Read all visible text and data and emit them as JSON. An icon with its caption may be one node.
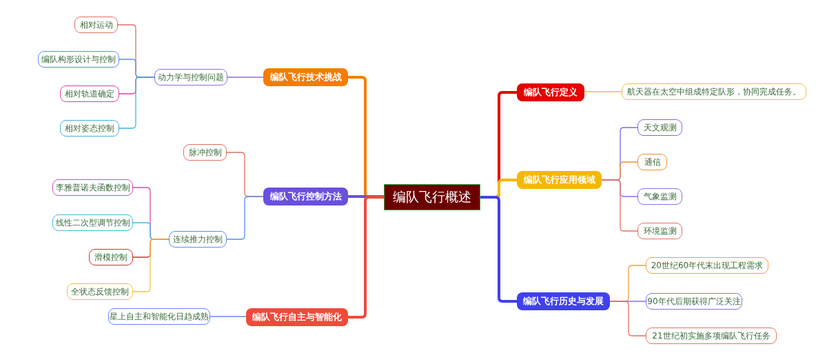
{
  "diagram": {
    "nodes": [
      {
        "text": [
          "编队飞行概述"
        ]
      },
      {
        "text": [
          "编队飞行定义"
        ]
      },
      {
        "text": [
          "航天器在太空中组成特定队形，协同完成任务。"
        ]
      },
      {
        "text": [
          "编队飞行应用领域"
        ]
      },
      {
        "text": [
          "天文观测"
        ]
      },
      {
        "text": [
          "通信"
        ]
      },
      {
        "text": [
          "气象监测"
        ]
      },
      {
        "text": [
          "环境监测"
        ]
      },
      {
        "text": [
          "编队飞行历史与发展"
        ]
      },
      {
        "text": [
          "20世纪60年代末出现工程需求"
        ]
      },
      {
        "text": [
          "90年代后期获得广泛关注"
        ]
      },
      {
        "text": [
          "21世纪初实施多项编队飞行任务"
        ]
      },
      {
        "text": [
          "编队飞行技术挑战"
        ]
      },
      {
        "text": [
          "动力学与控制问题"
        ]
      },
      {
        "text": [
          "相对运动"
        ]
      },
      {
        "text": [
          "编队构形设计与控制"
        ]
      },
      {
        "text": [
          "相对轨道确定"
        ]
      },
      {
        "text": [
          "相对姿态控制"
        ]
      },
      {
        "text": [
          "编队飞行控制方法"
        ]
      },
      {
        "text": [
          "脉冲控制"
        ]
      },
      {
        "text": [
          "连续推力控制"
        ]
      },
      {
        "text": [
          "李雅普诺夫函数控制"
        ]
      },
      {
        "text": [
          "线性二次型调节控制"
        ]
      },
      {
        "text": [
          "滑模控制"
        ]
      },
      {
        "text": [
          "全状态反馈控制"
        ]
      },
      {
        "text": [
          "编队飞行自主与智能化"
        ]
      },
      {
        "text": [
          "星上自主和智能化日趋成熟"
        ]
      }
    ],
    "edges": [
      {
        "from": 0,
        "to": 1,
        "arrow": "none",
        "style": "thick",
        "color": "#e60000"
      },
      {
        "from": 1,
        "to": 2,
        "arrow": "none",
        "color": "#f0c040"
      },
      {
        "from": 0,
        "to": 3,
        "arrow": "none",
        "style": "thick",
        "color": "#f5b800"
      },
      {
        "from": 3,
        "to": 4,
        "arrow": "none",
        "color": "#7b68ee"
      },
      {
        "from": 3,
        "to": 5,
        "arrow": "none",
        "color": "#f09030"
      },
      {
        "from": 3,
        "to": 6,
        "arrow": "none",
        "color": "#8a70e0"
      },
      {
        "from": 3,
        "to": 7,
        "arrow": "none",
        "color": "#e87060"
      },
      {
        "from": 0,
        "to": 8,
        "arrow": "none",
        "style": "thick",
        "color": "#4040f0"
      },
      {
        "from": 8,
        "to": 9,
        "arrow": "none",
        "color": "#f0a050"
      },
      {
        "from": 8,
        "to": 10,
        "arrow": "none",
        "color": "#8a70e0"
      },
      {
        "from": 8,
        "to": 11,
        "arrow": "none",
        "color": "#e87060"
      },
      {
        "from": 0,
        "to": 12,
        "arrow": "none",
        "style": "thick",
        "color": "#f57c00"
      },
      {
        "from": 12,
        "to": 13,
        "arrow": "none",
        "color": "#8a70e0"
      },
      {
        "from": 13,
        "to": 14,
        "arrow": "none",
        "color": "#e07060"
      },
      {
        "from": 13,
        "to": 15,
        "arrow": "none",
        "color": "#5b8def"
      },
      {
        "from": 13,
        "to": 16,
        "arrow": "none",
        "color": "#e040a0"
      },
      {
        "from": 13,
        "to": 17,
        "arrow": "none",
        "color": "#40b0e0"
      },
      {
        "from": 0,
        "to": 18,
        "arrow": "none",
        "style": "thick",
        "color": "#6a4fe0"
      },
      {
        "from": 18,
        "to": 19,
        "arrow": "none",
        "color": "#e07060"
      },
      {
        "from": 18,
        "to": 20,
        "arrow": "none",
        "color": "#5b8def"
      },
      {
        "from": 20,
        "to": 21,
        "arrow": "none",
        "color": "#d050b0"
      },
      {
        "from": 20,
        "to": 22,
        "arrow": "none",
        "color": "#40b8e0"
      },
      {
        "from": 20,
        "to": 23,
        "arrow": "none",
        "color": "#d03030"
      },
      {
        "from": 20,
        "to": 24,
        "arrow": "none",
        "color": "#f0c040"
      },
      {
        "from": 0,
        "to": 25,
        "arrow": "none",
        "style": "thick",
        "color": "#f04a3a"
      },
      {
        "from": 25,
        "to": 26,
        "arrow": "none",
        "color": "#5b8def"
      }
    ]
  }
}
